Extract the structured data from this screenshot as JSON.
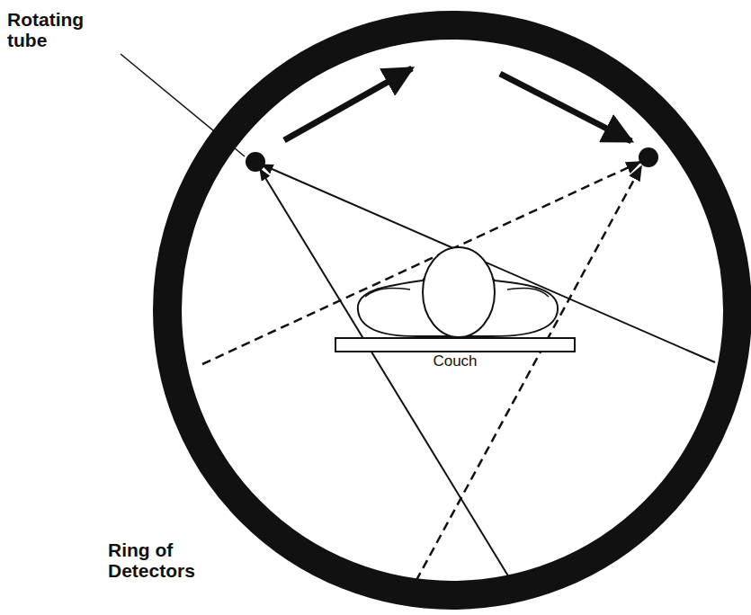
{
  "diagram": {
    "nodes": [
      {
        "text": [
          "Couch"
        ]
      }
    ],
    "labels": [
      "Rotating tube",
      "Ring of Detectors"
    ]
  }
}
